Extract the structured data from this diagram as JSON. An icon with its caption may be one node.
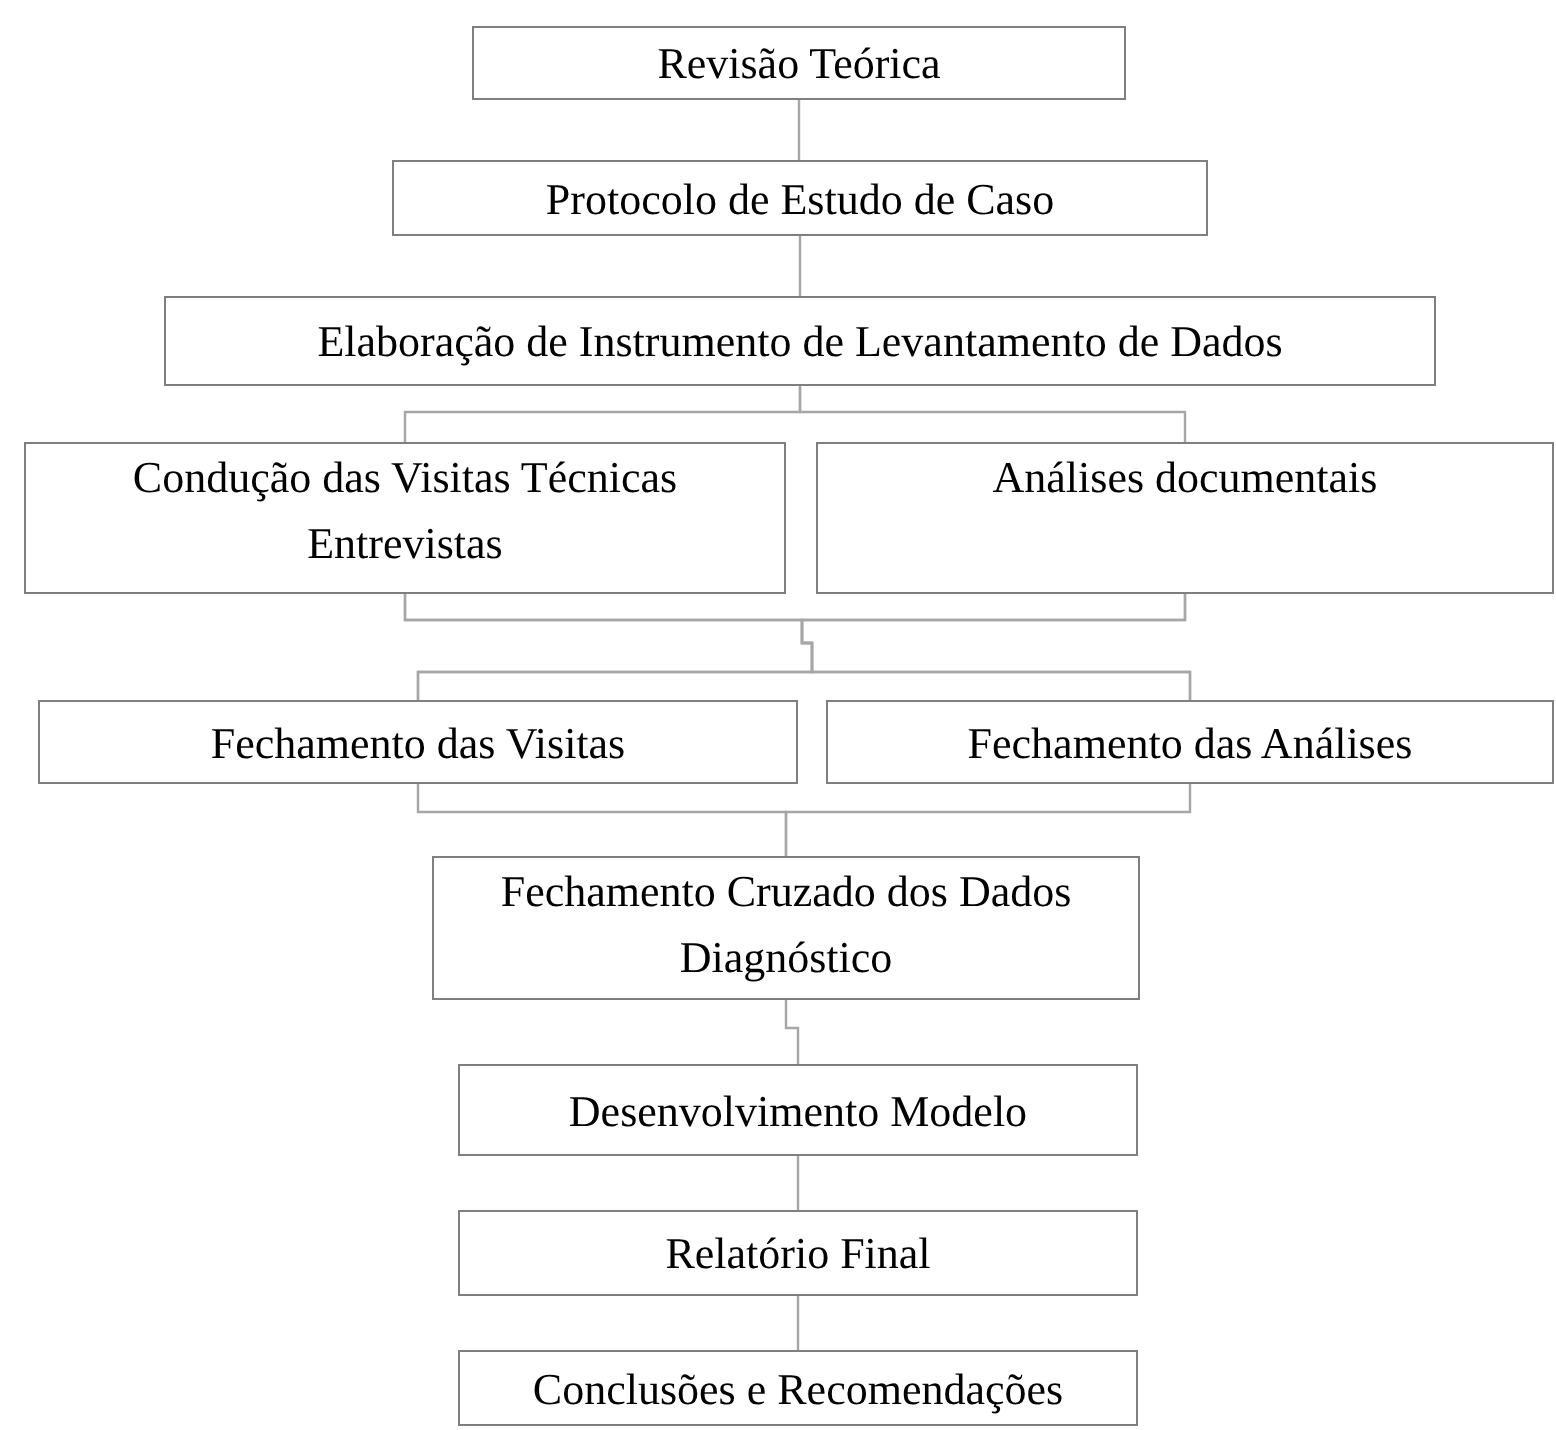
{
  "diagram": {
    "nodes": [
      {
        "text": [
          "Revisão Teórica"
        ]
      },
      {
        "text": [
          "Protocolo de Estudo de Caso"
        ]
      },
      {
        "text": [
          "Elaboração de Instrumento de Levantamento de Dados"
        ]
      },
      {
        "text": [
          "Condução das Visitas Técnicas",
          "Entrevistas"
        ]
      },
      {
        "text": [
          "Análises documentais"
        ]
      },
      {
        "text": [
          "Fechamento das Visitas"
        ]
      },
      {
        "text": [
          "Fechamento das Análises"
        ]
      },
      {
        "text": [
          "Fechamento Cruzado dos Dados",
          "Diagnóstico"
        ]
      },
      {
        "text": [
          "Desenvolvimento Modelo"
        ]
      },
      {
        "text": [
          "Relatório Final"
        ]
      },
      {
        "text": [
          "Conclusões e Recomendações"
        ]
      }
    ],
    "edges": [
      {
        "from": 0,
        "to": 1,
        "arrow": "none"
      },
      {
        "from": 1,
        "to": 2,
        "arrow": "none"
      },
      {
        "from": 2,
        "to": 3,
        "arrow": "none"
      },
      {
        "from": 2,
        "to": 4,
        "arrow": "none"
      },
      {
        "from": 3,
        "to": 5,
        "arrow": "none"
      },
      {
        "from": 3,
        "to": 6,
        "arrow": "none"
      },
      {
        "from": 4,
        "to": 5,
        "arrow": "none"
      },
      {
        "from": 4,
        "to": 6,
        "arrow": "none"
      },
      {
        "from": 5,
        "to": 7,
        "arrow": "none"
      },
      {
        "from": 6,
        "to": 7,
        "arrow": "none"
      },
      {
        "from": 7,
        "to": 8,
        "arrow": "none"
      },
      {
        "from": 8,
        "to": 9,
        "arrow": "none"
      },
      {
        "from": 9,
        "to": 10,
        "arrow": "none"
      }
    ]
  }
}
